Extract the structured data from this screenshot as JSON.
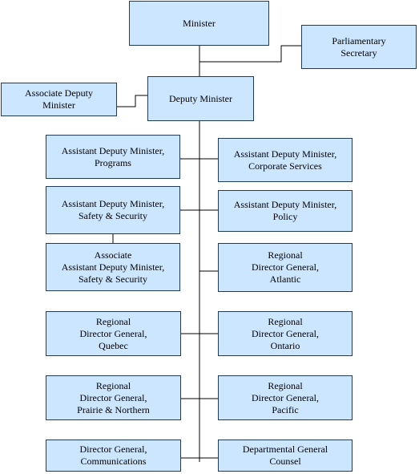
{
  "org_chart": {
    "minister": "Minister",
    "parliamentary_secretary": "Parliamentary\nSecretary",
    "associate_deputy_minister": "Associate Deputy\nMinister",
    "deputy_minister": "Deputy Minister",
    "adm_programs": "Assistant Deputy Minister,\nPrograms",
    "adm_corporate_services": "Assistant Deputy Minister,\nCorporate Services",
    "adm_safety_security": "Assistant Deputy Minister,\nSafety & Security",
    "adm_policy": "Assistant Deputy Minister,\nPolicy",
    "assoc_adm_safety_security": "Associate\nAssistant Deputy Minister,\nSafety & Security",
    "rdg_atlantic": "Regional\nDirector General,\nAtlantic",
    "rdg_quebec": "Regional\nDirector General,\nQuebec",
    "rdg_ontario": "Regional\nDirector General,\nOntario",
    "rdg_prairie_northern": "Regional\nDirector General,\nPrairie & Northern",
    "rdg_pacific": "Regional\nDirector General,\nPacific",
    "dg_communications": "Director General,\nCommunications",
    "departmental_general_counsel": "Departmental General\nCounsel"
  },
  "colors": {
    "box_fill": "#cce6ff",
    "box_border": "#1f3b57",
    "connector": "#000000"
  }
}
